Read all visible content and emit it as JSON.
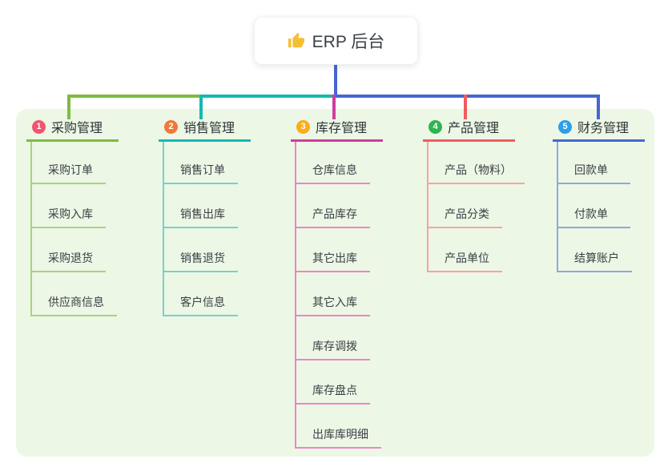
{
  "root": {
    "title": "ERP 后台",
    "icon": "thumbs-up-icon",
    "icon_color": "#f6be33",
    "line_color": "#4566d2"
  },
  "panel": {
    "background": "#ecf7e6"
  },
  "branches": [
    {
      "num": "1",
      "label": "采购管理",
      "badge_color": "#f4536e",
      "line_color": "#7ebb40",
      "child_line_color": "#a9d37e",
      "children": [
        "采购订单",
        "采购入库",
        "采购退货",
        "供应商信息"
      ]
    },
    {
      "num": "2",
      "label": "销售管理",
      "badge_color": "#f0793a",
      "line_color": "#14b9b1",
      "child_line_color": "#79d0c9",
      "children": [
        "销售订单",
        "销售出库",
        "销售退货",
        "客户信息"
      ]
    },
    {
      "num": "3",
      "label": "库存管理",
      "badge_color": "#fbac18",
      "line_color": "#cf3d9c",
      "child_line_color": "#ec86c4",
      "children": [
        "仓库信息",
        "产品库存",
        "其它出库",
        "其它入库",
        "库存调拨",
        "库存盘点",
        "出库库明细"
      ]
    },
    {
      "num": "4",
      "label": "产品管理",
      "badge_color": "#2db552",
      "line_color": "#f15b5e",
      "child_line_color": "#f7a3a3",
      "children": [
        "产品（物料）",
        "产品分类",
        "产品单位"
      ]
    },
    {
      "num": "5",
      "label": "财务管理",
      "badge_color": "#2d9fe8",
      "line_color": "#4566d2",
      "child_line_color": "#8fa8dc",
      "children": [
        "回款单",
        "付款单",
        "结算账户"
      ]
    }
  ]
}
